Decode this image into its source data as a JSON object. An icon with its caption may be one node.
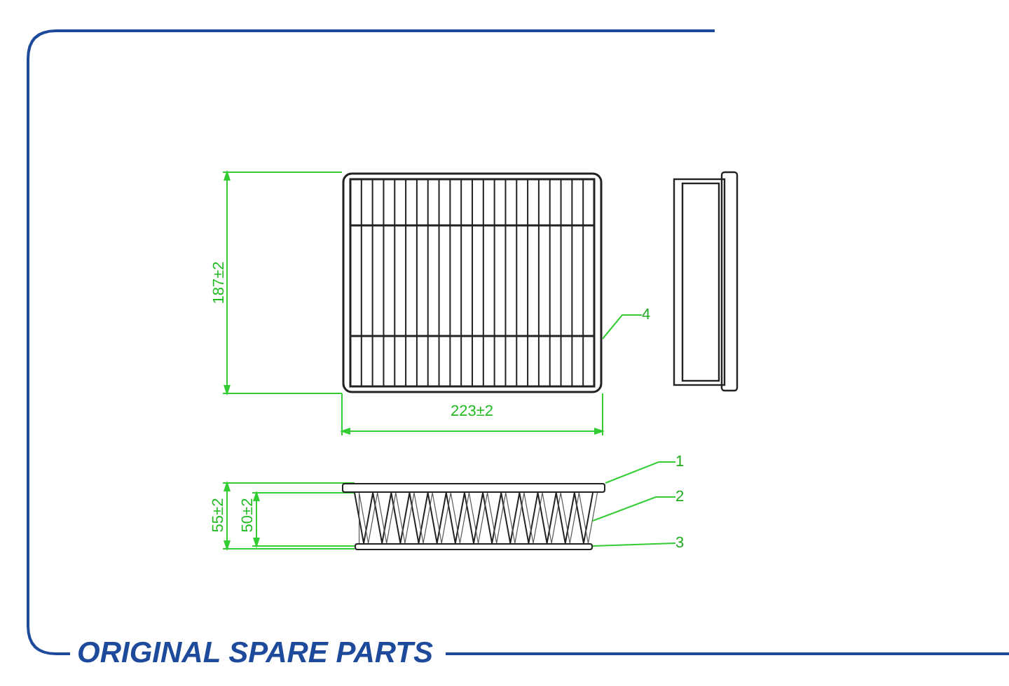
{
  "diagram": {
    "nodes": [
      {
        "text": [],
        "shape": "box"
      },
      {
        "text": [
          "4"
        ]
      },
      {
        "text": [],
        "shape": "bar"
      },
      {
        "text": [
          "1"
        ]
      },
      {
        "text": [],
        "shape": "picture"
      },
      {
        "text": [
          "2"
        ]
      },
      {
        "text": [],
        "shape": "bar"
      },
      {
        "text": [
          "3"
        ]
      }
    ],
    "edges": [
      {
        "from": 1,
        "to": 0,
        "arrow": "none"
      },
      {
        "from": 3,
        "to": 2,
        "arrow": "none"
      },
      {
        "from": 5,
        "to": 4,
        "arrow": "none"
      },
      {
        "from": 7,
        "to": 6,
        "arrow": "none"
      }
    ],
    "labels": [
      "187±2",
      "223±2",
      "55±2",
      "50±2",
      "ORIGINAL SPARE PARTS"
    ]
  }
}
